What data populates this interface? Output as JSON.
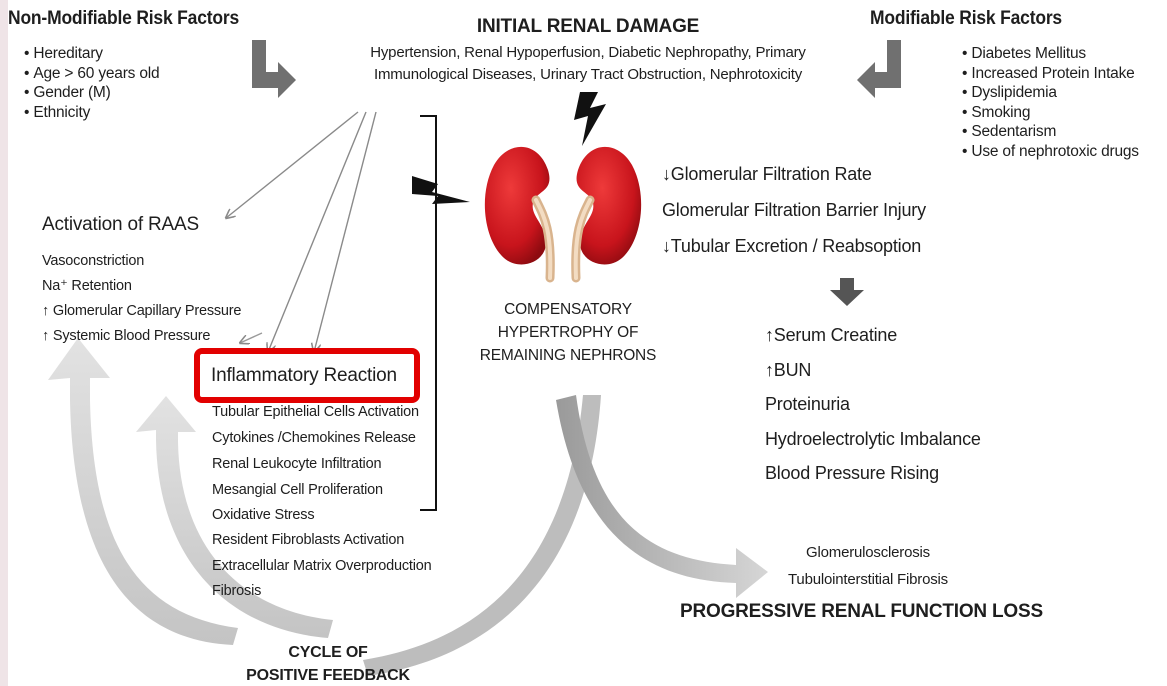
{
  "diagram": {
    "non_modifiable": {
      "title": "Non-Modifiable Risk Factors",
      "items": [
        "Hereditary",
        "Age > 60 years old",
        "Gender (M)",
        "Ethnicity"
      ]
    },
    "initial_damage": {
      "title": "INITIAL RENAL DAMAGE",
      "line1": "Hypertension, Renal Hypoperfusion, Diabetic Nephropathy, Primary",
      "line2": "Immunological Diseases, Urinary Tract Obstruction, Nephrotoxicity"
    },
    "modifiable": {
      "title": "Modifiable Risk Factors",
      "items": [
        "Diabetes Mellitus",
        "Increased Protein Intake",
        "Dyslipidemia",
        "Smoking",
        "Sedentarism",
        "Use of nephrotoxic drugs"
      ]
    },
    "raas": {
      "title": "Activation of RAAS",
      "items": [
        "Vasoconstriction",
        "Na⁺ Retention",
        "↑ Glomerular Capillary Pressure",
        "↑ Systemic Blood Pressure"
      ]
    },
    "inflammatory": {
      "title": "Inflammatory Reaction",
      "items": [
        "Tubular Epithelial Cells Activation",
        "Cytokines /Chemokines Release",
        "Renal Leukocyte Infiltration",
        "Mesangial Cell Proliferation",
        "Oxidative Stress",
        "Resident Fibroblasts Activation",
        "Extracellular Matrix Overproduction",
        "Fibrosis"
      ]
    },
    "compensatory": [
      "COMPENSATORY",
      "HYPERTROPHY OF",
      "REMAINING NEPHRONS"
    ],
    "kidney_effects": [
      "↓Glomerular Filtration Rate",
      "Glomerular Filtration Barrier Injury",
      "↓Tubular Excretion / Reabsoption"
    ],
    "lab_findings": [
      "↑Serum Creatine",
      "↑BUN",
      "Proteinuria",
      "Hydroelectrolytic Imbalance",
      "Blood Pressure Rising"
    ],
    "outcome": {
      "line1": "Glomerulosclerosis",
      "line2": "Tubulointerstitial Fibrosis",
      "title": "PROGRESSIVE RENAL FUNCTION LOSS"
    },
    "cycle": {
      "line1": "CYCLE OF",
      "line2": "POSITIVE FEEDBACK"
    },
    "colors": {
      "highlight": "#e20000",
      "kidney": "#c8141c",
      "ureter": "#e8c9a8",
      "cycle_arrows": "#c7c7c7",
      "dark_arrows": "#6f6f6f"
    },
    "icons": [
      "bent-arrow-icon",
      "lightning-bolt-icon",
      "kidneys-icon",
      "down-arrow-icon"
    ]
  }
}
